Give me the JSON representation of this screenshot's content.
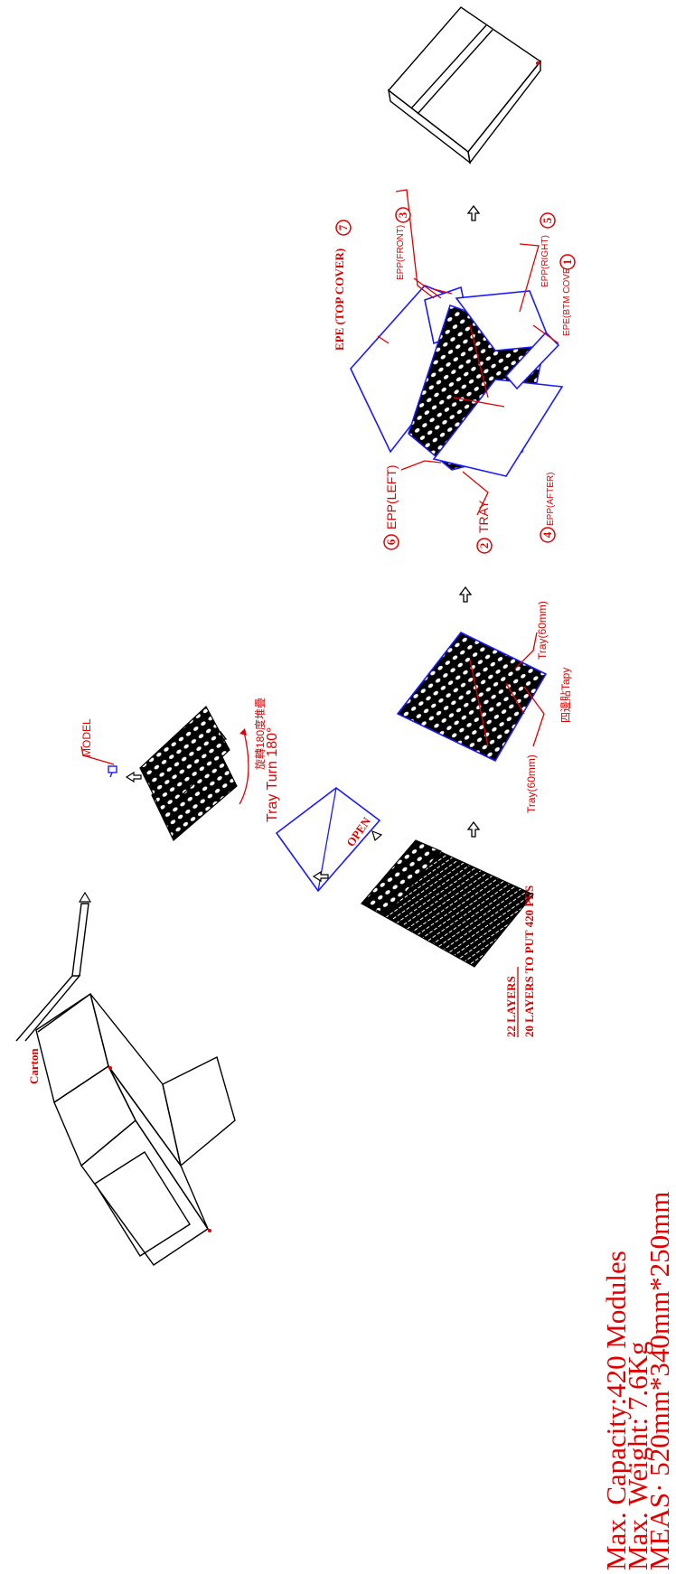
{
  "specs": {
    "capacity": "Max. Capacity:420 Modules",
    "weight": "Max. Weight: 7.6Kg",
    "meas": "MEAS· 520mm*340mm*250mm"
  },
  "labels": {
    "carton": "Carton",
    "model": "MODEL",
    "tray_turn": "Tray Turn 180°",
    "rotate_stack": "旋轉180度堆疊",
    "open": "OPEN",
    "layers": "22 LAYERS",
    "layers_to_put": "20 LAYERS TO PUT  420 PES",
    "tray_left": "Tray(60mm)",
    "tray_right": "Tray(60mm)",
    "tape": "四邊貼Tapy",
    "epe_top_cover": "EPE (TOP COVER)",
    "epp_front": "EPP(FRONT)",
    "epp_right": "EPP(RIGHT)",
    "epe_btm_cover": "EPE(BTM COVER)",
    "epp_left": "EPP(LEFT)",
    "tray": "TRAY",
    "epp_after": "EPP(AFTER)"
  },
  "callouts": {
    "n1": "1",
    "n2": "2",
    "n3": "3",
    "n4": "4",
    "n5": "5",
    "n6": "6",
    "n7": "7"
  },
  "colors": {
    "annotation": "#e00000",
    "foam": "#1a1aff",
    "line": "#000000"
  }
}
